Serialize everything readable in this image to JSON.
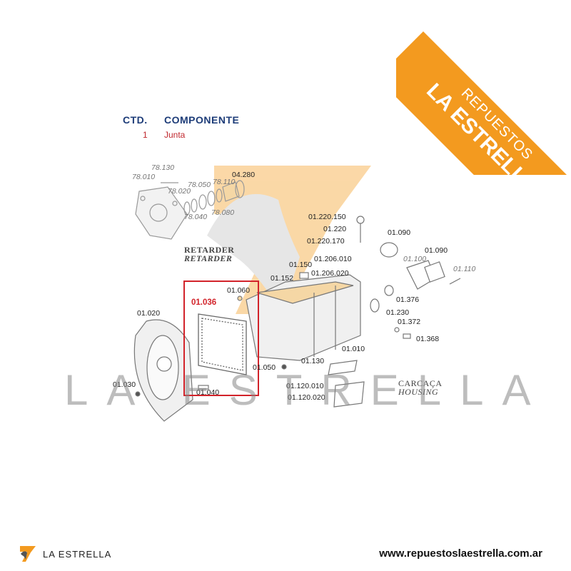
{
  "banner": {
    "line1": "REPUESTOS",
    "line2": "LA ESTRELLA",
    "color": "#f39a1f"
  },
  "table": {
    "header_qty": "CTD.",
    "header_component": "COMPONENTE",
    "rows": [
      {
        "qty": "1",
        "component": "Junta"
      }
    ],
    "header_color": "#1d3c78",
    "row_color": "#c0282e"
  },
  "diagram": {
    "highlight": {
      "label": "01.036",
      "color": "#d2232a"
    },
    "sections": {
      "retarder_es": "RETARDER",
      "retarder_en": "RETARDER",
      "housing_es": "CARCAÇA",
      "housing_en": "HOUSING"
    },
    "labels": {
      "l78130": "78.130",
      "l78010": "78.010",
      "l78020": "78.020",
      "l78050": "78.050",
      "l78110": "78.110",
      "l78040": "78.040",
      "l78080": "78.080",
      "l04280": "04.280",
      "l01220150": "01.220.150",
      "l01220": "01.220",
      "l01220170": "01.220.170",
      "l01090a": "01.090",
      "l01090b": "01.090",
      "l01100": "01.100",
      "l01110": "01.110",
      "l01206010": "01.206.010",
      "l01150": "01.150",
      "l01206020": "01.206.020",
      "l01152": "01.152",
      "l01060": "01.060",
      "l01376": "01.376",
      "l01230": "01.230",
      "l01372": "01.372",
      "l01368": "01.368",
      "l01020": "01.020",
      "l01010": "01.010",
      "l01130": "01.130",
      "l01050": "01.050",
      "l01030": "01.030",
      "l01040": "01.040",
      "l01120010": "01.120.010",
      "l01120020": "01.120.020"
    }
  },
  "watermark": "LA ESTRELLA",
  "footer": {
    "brand": "LA ESTRELLA",
    "url": "www.repuestoslaestrella.com.ar"
  }
}
